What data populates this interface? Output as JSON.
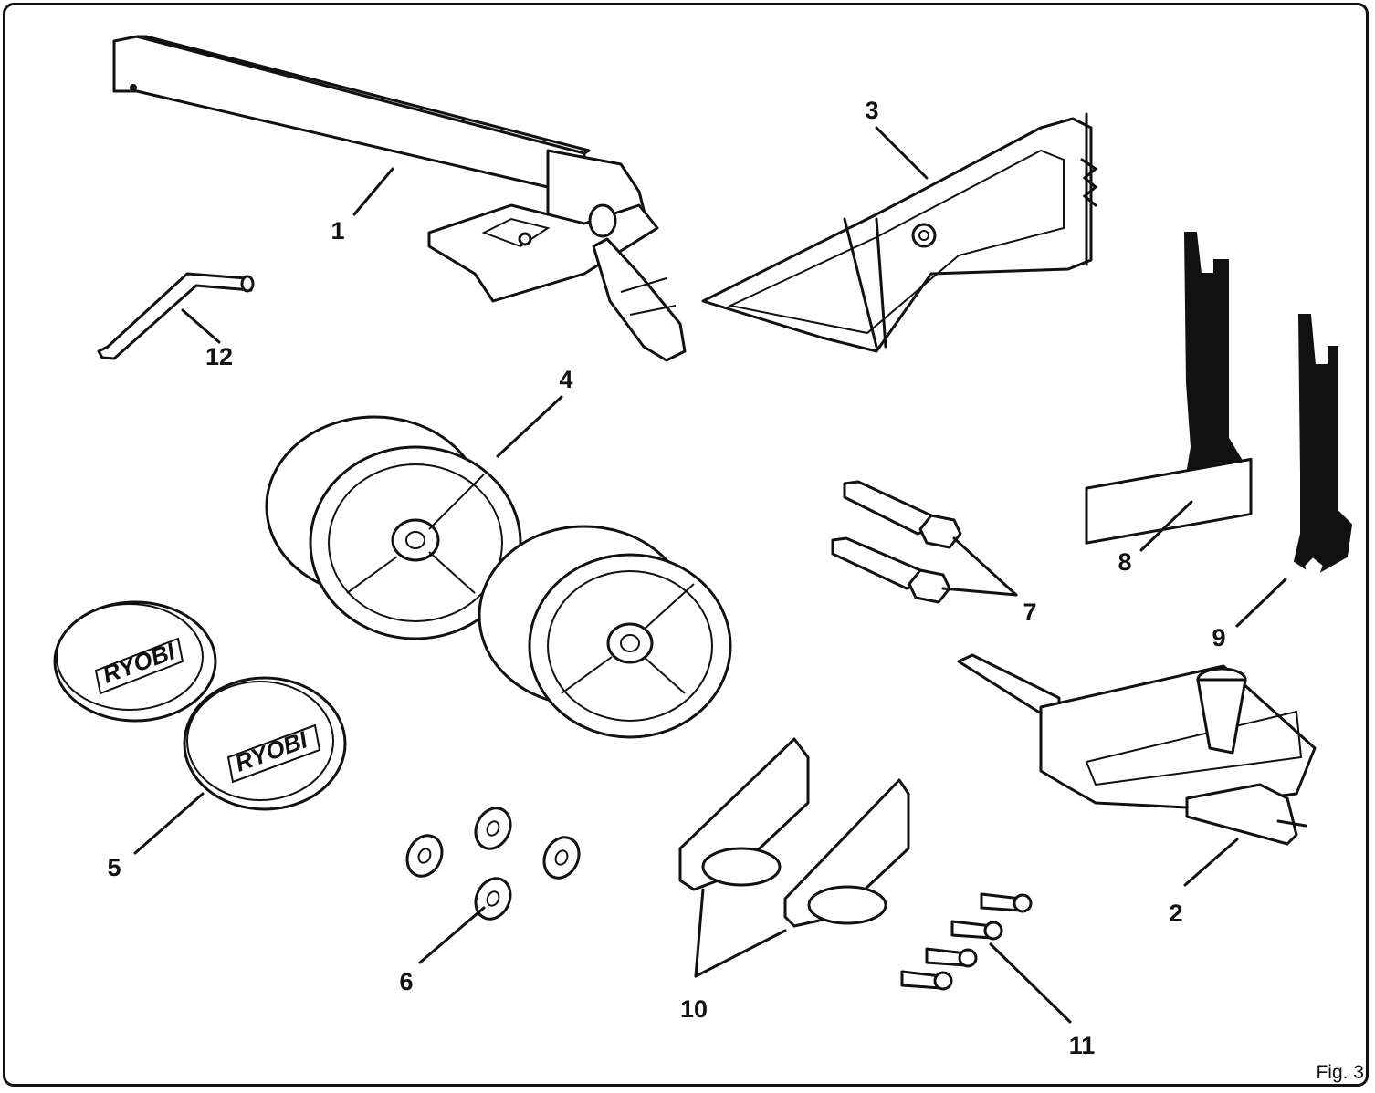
{
  "figure": {
    "label": "Fig. 3"
  },
  "callouts": [
    {
      "id": "1",
      "text": "1"
    },
    {
      "id": "2",
      "text": "2"
    },
    {
      "id": "3",
      "text": "3"
    },
    {
      "id": "4",
      "text": "4"
    },
    {
      "id": "5",
      "text": "5"
    },
    {
      "id": "6",
      "text": "6"
    },
    {
      "id": "7",
      "text": "7"
    },
    {
      "id": "8",
      "text": "8"
    },
    {
      "id": "9",
      "text": "9"
    },
    {
      "id": "10",
      "text": "10"
    },
    {
      "id": "11",
      "text": "11"
    },
    {
      "id": "12",
      "text": "12"
    }
  ],
  "logos": [
    {
      "text": "RYOBI"
    },
    {
      "text": "RYOBI"
    }
  ],
  "colors": {
    "ink": "#111111",
    "paper": "#ffffff"
  }
}
